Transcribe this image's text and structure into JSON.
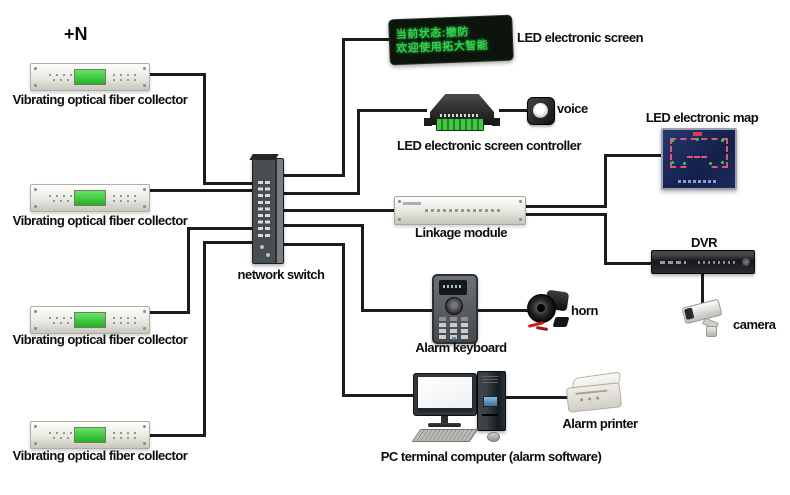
{
  "annotation": {
    "plus_n": "+N"
  },
  "collectors": [
    {
      "label": "Vibrating optical fiber collector"
    },
    {
      "label": "Vibrating optical fiber collector"
    },
    {
      "label": "Vibrating optical fiber collector"
    },
    {
      "label": "Vibrating optical fiber collector"
    }
  ],
  "network_switch": {
    "label": "network switch"
  },
  "led_screen": {
    "label": "LED electronic screen",
    "display_line1": "当前状态:撤防",
    "display_line2": "欢迎使用拓大智能"
  },
  "controller": {
    "label": "LED electronic screen controller"
  },
  "voice": {
    "label": "voice"
  },
  "linkage": {
    "label": "Linkage module"
  },
  "map": {
    "label": "LED electronic map"
  },
  "dvr": {
    "label": "DVR"
  },
  "camera": {
    "label": "camera"
  },
  "keyboard": {
    "label": "Alarm keyboard"
  },
  "horn": {
    "label": "horn"
  },
  "pc": {
    "label": "PC terminal computer (alarm software)"
  },
  "printer": {
    "label": "Alarm printer"
  },
  "colors": {
    "background": "#ffffff",
    "wire": "#1c1c1c",
    "label_text": "#0d0d0d",
    "led_text_green": "#2fd14a",
    "led_screen_bg": "#0c140c",
    "collector_display_green": "#35cb35",
    "map_bg": "#1c2a5e"
  }
}
